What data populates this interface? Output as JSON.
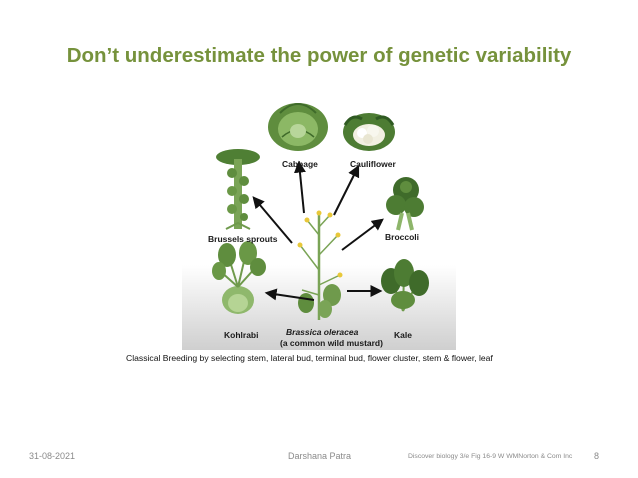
{
  "slide": {
    "title": "Don’t underestimate the power of genetic variability",
    "caption": "Classical Breeding by selecting stem, lateral bud, terminal bud, flower cluster, stem & flower, leaf"
  },
  "figure": {
    "labels": {
      "cabbage": "Cabbage",
      "cauliflower": "Cauliflower",
      "brussels_sprouts": "Brussels sprouts",
      "broccoli": "Broccoli",
      "kohlrabi": "Kohlrabi",
      "kale": "Kale",
      "species": "Brassica oleracea",
      "common_name": "(a common wild mustard)"
    }
  },
  "footer": {
    "date": "31-08-2021",
    "author": "Darshana Patra",
    "credit": "Discover biology 3/e Fig 16-9 W WMNorton & Com Inc",
    "page": "8"
  },
  "colors": {
    "title": "#76923c",
    "leaf_dark": "#3f6b2a",
    "leaf_mid": "#6f9a4c",
    "leaf_light": "#a9c98a",
    "flower_yellow": "#e8c83a"
  }
}
